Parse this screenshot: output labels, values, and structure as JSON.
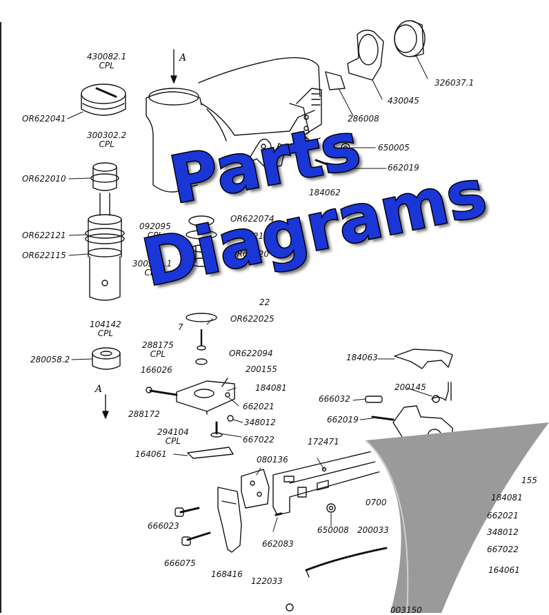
{
  "banner": {
    "line1": "Parts",
    "line2": "Diagrams"
  },
  "section_marker": "A",
  "labels": {
    "p430082": "430082.1",
    "p300302": "300302.2",
    "p104142": "104142",
    "p092095": "092095",
    "p300314": "300314.1",
    "p288175": "288175",
    "p294104": "294104",
    "cpl": "CPL",
    "or622041": "OR622041",
    "or622010": "OR622010",
    "or622121": "OR622121",
    "or622115": "OR622115",
    "p280058": "280058.2",
    "or622074": "OR622074",
    "or622122": "OR622122",
    "or62220x": "OR62220",
    "or622022": "22",
    "or622025": "OR622025",
    "p7": "7",
    "p326037": "326037.1",
    "p430045": "430045",
    "p286008": "286008",
    "p650005": "650005",
    "p662019a": "662019",
    "p184062": "184062",
    "p166026": "166026",
    "or622094": "OR622094",
    "p200155a": "200155",
    "p184081a": "184081",
    "p662021a": "662021",
    "p288172": "288172",
    "p348012a": "348012",
    "p667022a": "667022",
    "p164061a": "164061",
    "p184063": "184063",
    "p200145": "200145",
    "p666032": "666032",
    "p662019b": "662019",
    "p172471": "172471",
    "p080136": "080136",
    "p666023": "666023",
    "p666075": "666075",
    "p168416": "168416",
    "p662083": "662083",
    "p650008": "650008",
    "p200033": "200033",
    "p0700": "0700",
    "p122033": "122033",
    "p003150": "003150",
    "p155": "155",
    "p184081b": "184081",
    "p662021b": "662021",
    "p348012b": "348012",
    "p667022b": "667022",
    "p164061b": "164061"
  },
  "colors": {
    "banner_fill": "#1a36d6",
    "ink": "#111111",
    "page_curl": "#9a9a9a"
  }
}
